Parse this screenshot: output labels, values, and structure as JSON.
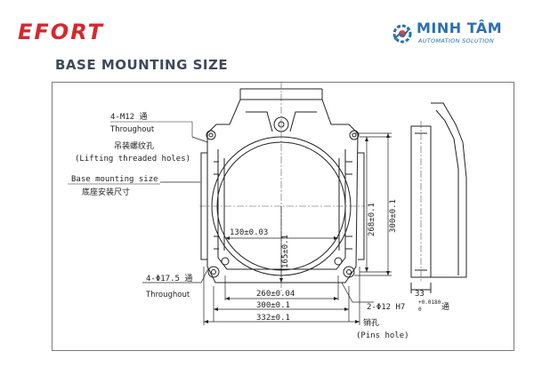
{
  "header": {
    "efort_logo": "EFORT",
    "brand_name": "MINH TÂM",
    "brand_sub": "AUTOMATION SOLUTION",
    "title": "BASE MOUNTING SIZE"
  },
  "labels": {
    "m12_holes": "4-M12 通",
    "m12_through": "Throughout",
    "lifting_cn": "吊装螺纹孔",
    "lifting_en": "(Lifting threaded holes)",
    "base_size_en": "Base mounting size",
    "base_size_cn": "底座安装尺寸",
    "d130": "130±0.03",
    "d165": "165±0.1",
    "d268": "268±0.1",
    "d300v": "300±0.1",
    "phi175": "4-Φ17.5 通",
    "phi175_through": "Throughout",
    "d260": "260±0.04",
    "d300h": "300±0.1",
    "d332": "332±0.1",
    "pin_holes": "2-Φ12 H7",
    "pin_tol_top": "+0.0180",
    "pin_tol_bottom": "0",
    "pin_through": "通",
    "pin_cn": "销孔",
    "pin_en": "(Pins hole)",
    "d33": "33"
  },
  "colors": {
    "efort_red": "#d6282e",
    "brand_blue": "#2a6fb3",
    "title": "#3c4a5a",
    "line": "#222222"
  }
}
